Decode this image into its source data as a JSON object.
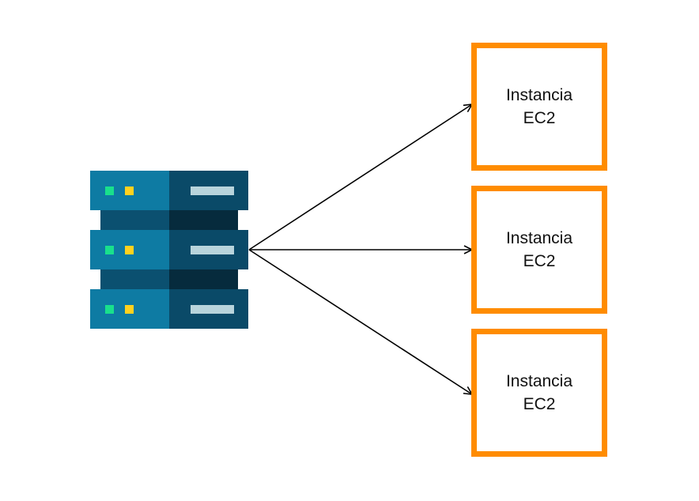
{
  "colors": {
    "box_border": "#FF8C00",
    "arrow": "#000000",
    "server_light": "#0E7BA3",
    "server_dark": "#0A4A68",
    "server_connector_light": "#0B5070",
    "server_connector_dark": "#062B3D",
    "server_slot": "#B8D4DC",
    "led_green": "#19E08C",
    "led_yellow": "#FFD21F"
  },
  "source": {
    "icon": "server-rack-icon"
  },
  "targets": [
    {
      "label": "Instancia\nEC2"
    },
    {
      "label": "Instancia\nEC2"
    },
    {
      "label": "Instancia\nEC2"
    }
  ]
}
